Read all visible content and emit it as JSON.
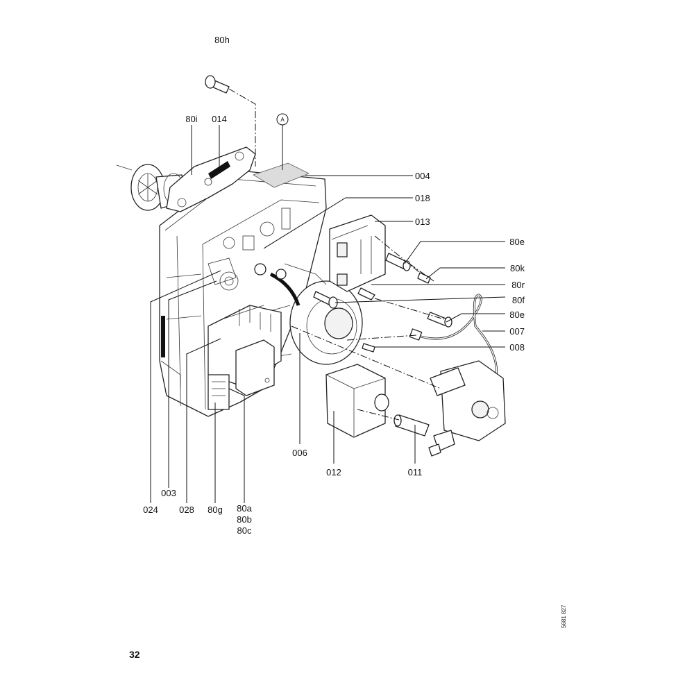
{
  "page_number": "32",
  "drawing_code": "5681 827",
  "reference_marker": "A",
  "labels": {
    "l80h": "80h",
    "l80i": "80i",
    "l014": "014",
    "l004": "004",
    "l018": "018",
    "l013": "013",
    "l80e_top": "80e",
    "l80k": "80k",
    "l80r": "80r",
    "l80f": "80f",
    "l80e_bottom": "80e",
    "l007": "007",
    "l008": "008",
    "l006": "006",
    "l012": "012",
    "l011": "011",
    "l003": "003",
    "l024": "024",
    "l028": "028",
    "l80g": "80g",
    "l80a": "80a",
    "l80b": "80b",
    "l80c": "80c"
  }
}
